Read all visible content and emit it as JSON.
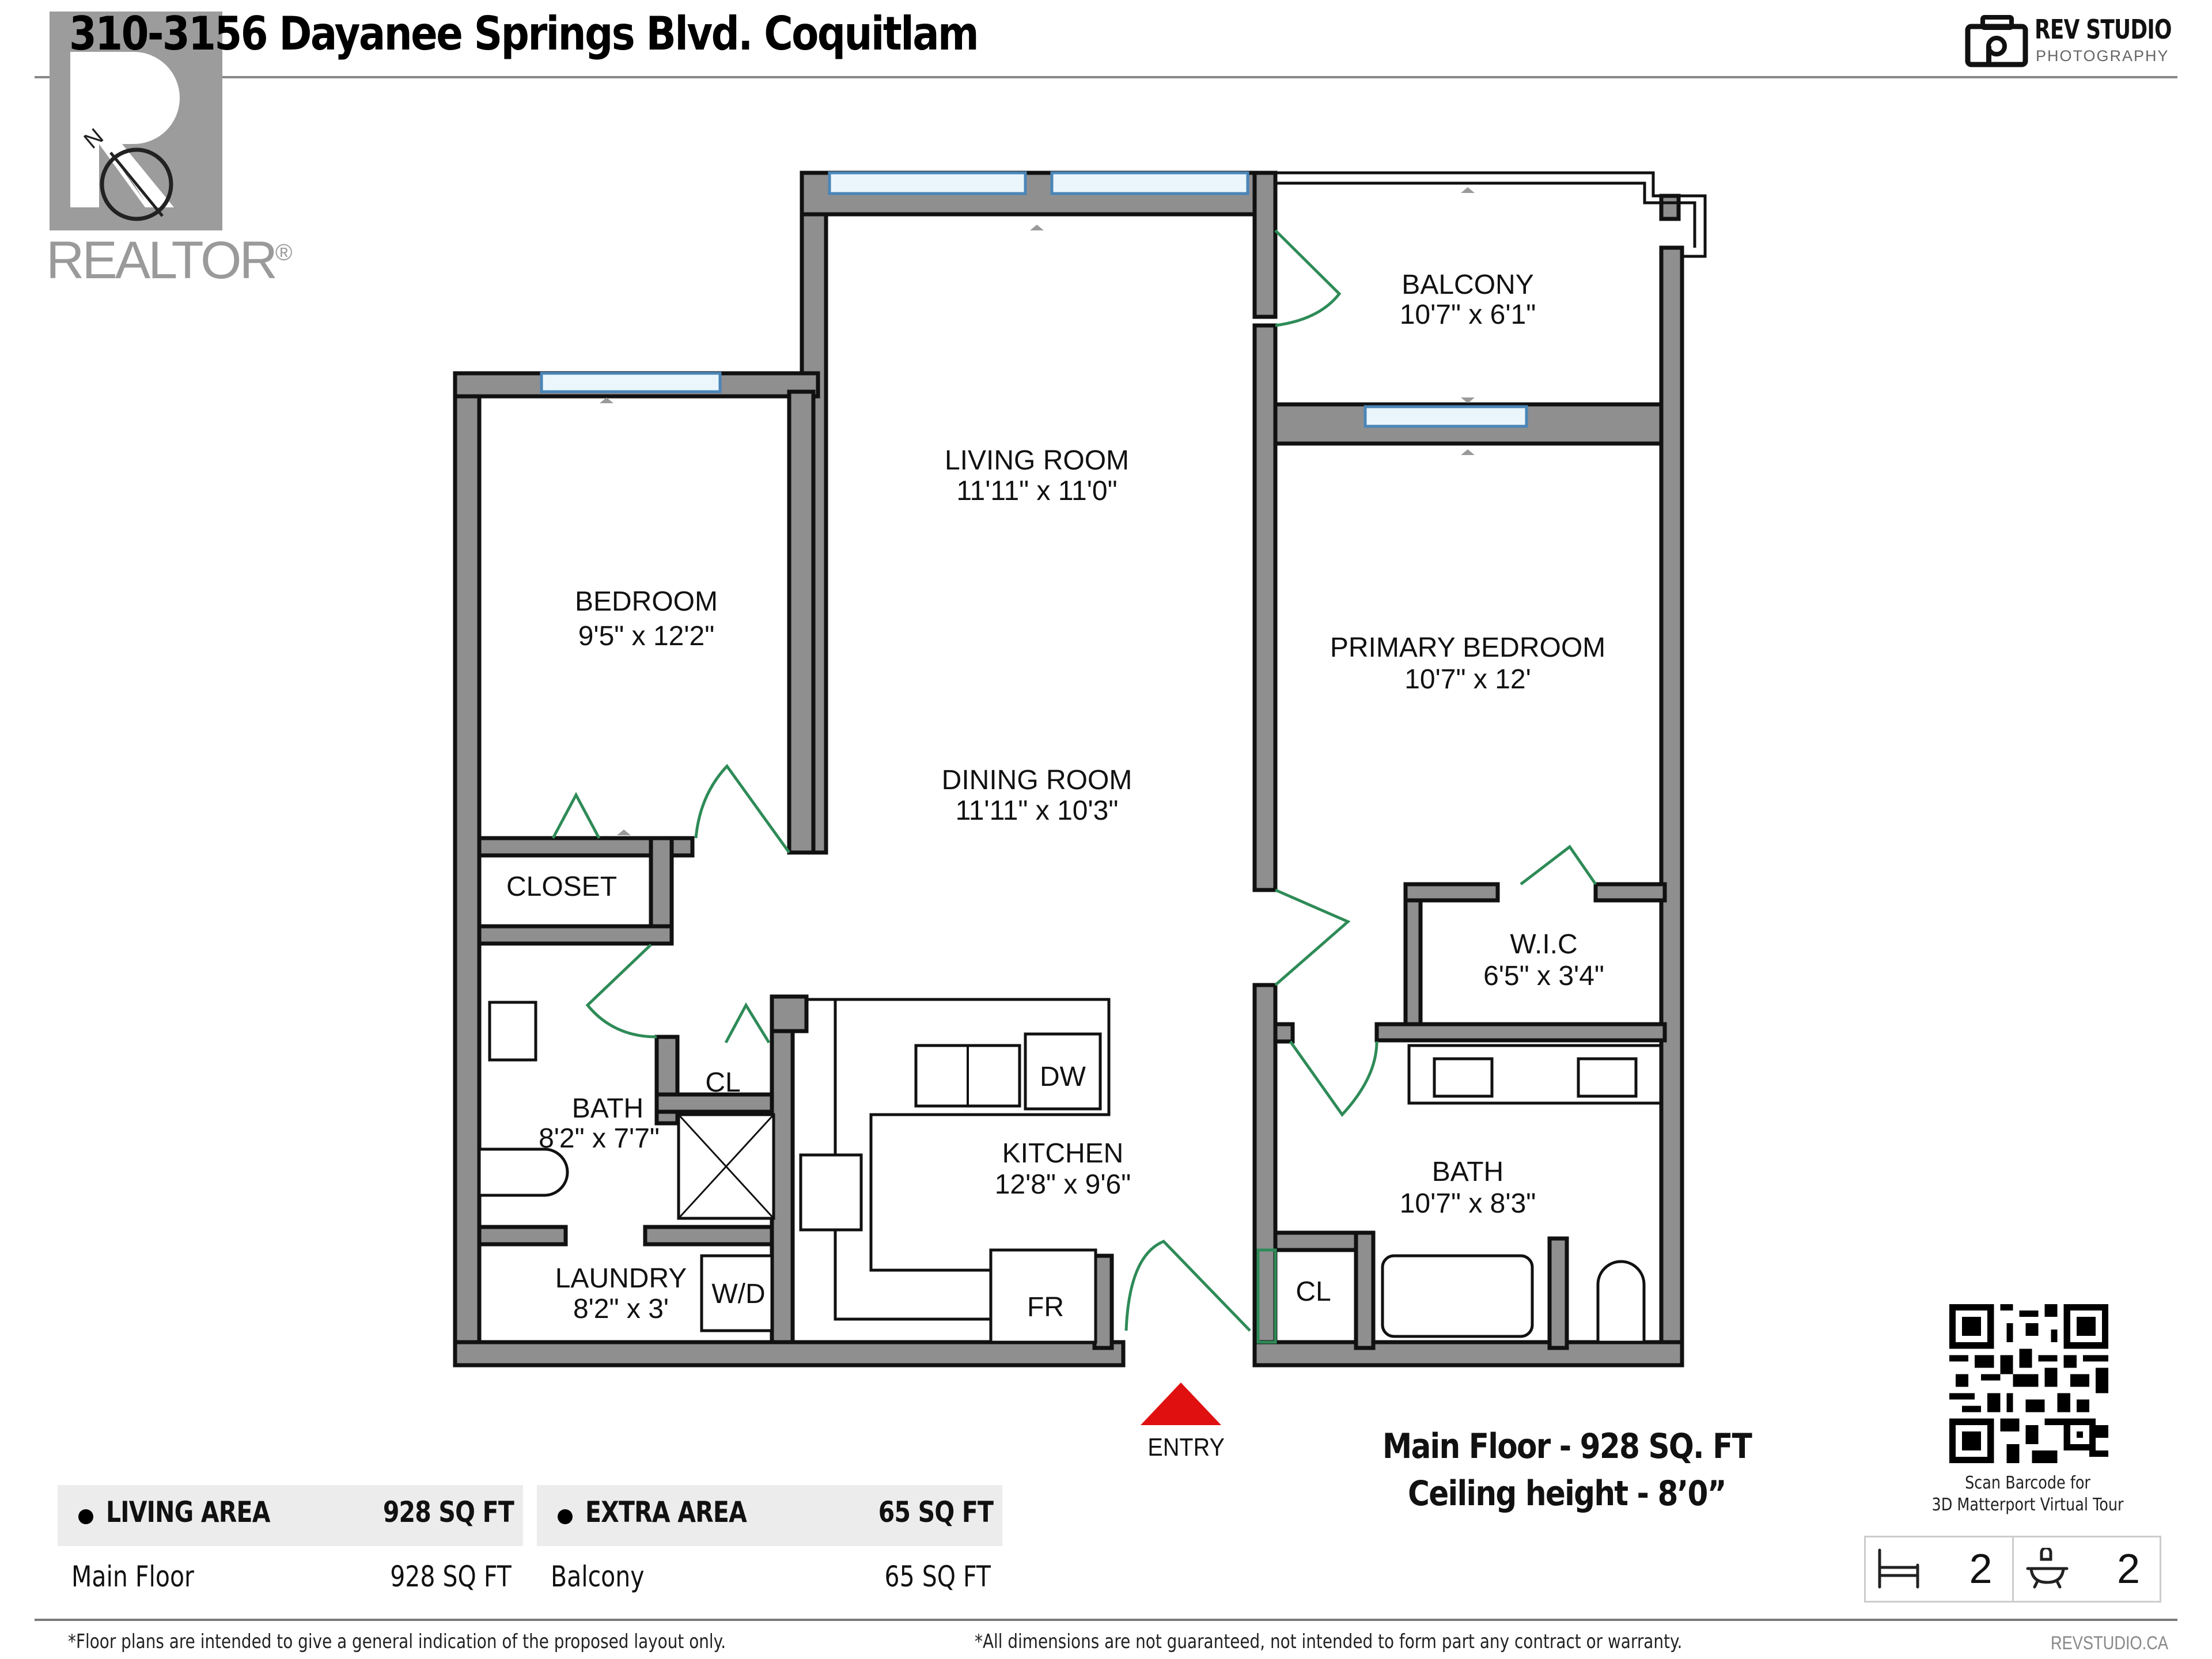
{
  "header": {
    "title": "310-3156 Dayanee Springs Blvd. Coquitlam",
    "realtor_logo_text": "REALTOR",
    "realtor_trademark": "®",
    "compass_label": "N",
    "brand_name": "REV STUDIO",
    "brand_sub": "PHOTOGRAPHY"
  },
  "rooms": [
    {
      "id": "balcony",
      "name": "BALCONY",
      "dims": "10'7\" x 6'1\""
    },
    {
      "id": "living",
      "name": "LIVING ROOM",
      "dims": "11'11\" x 11'0\""
    },
    {
      "id": "bedroom",
      "name": "BEDROOM",
      "dims": "9'5\" x 12'2\""
    },
    {
      "id": "primary",
      "name": "PRIMARY BEDROOM",
      "dims": "10'7\" x 12'"
    },
    {
      "id": "dining",
      "name": "DINING ROOM",
      "dims": "11'11\" x 10'3\""
    },
    {
      "id": "closet",
      "name": "CLOSET",
      "dims": ""
    },
    {
      "id": "wic",
      "name": "W.I.C",
      "dims": "6'5\" x 3'4\""
    },
    {
      "id": "bath1",
      "name": "BATH",
      "dims": "8'2\" x 7'7\""
    },
    {
      "id": "cl1",
      "name": "CL",
      "dims": ""
    },
    {
      "id": "kitchen",
      "name": "KITCHEN",
      "dims": "12'8\" x 9'6\""
    },
    {
      "id": "bath2",
      "name": "BATH",
      "dims": "10'7\" x 8'3\""
    },
    {
      "id": "laundry",
      "name": "LAUNDRY",
      "dims": "8'2\" x 3'"
    },
    {
      "id": "cl2",
      "name": "CL",
      "dims": ""
    }
  ],
  "fixtures": {
    "dishwasher": "DW",
    "washer_dryer": "W/D",
    "fridge": "FR"
  },
  "entry": {
    "label": "ENTRY",
    "arrow_color": "#e01010"
  },
  "summary": {
    "line1": "Main Floor - 928 SQ. FT",
    "line2": "Ceiling height - 8’0”"
  },
  "areas": {
    "living": {
      "label": "LIVING AREA",
      "total": "928 SQ FT",
      "rows": [
        {
          "name": "Main Floor",
          "value": "928 SQ FT"
        }
      ]
    },
    "extra": {
      "label": "EXTRA AREA",
      "total": "65 SQ FT",
      "rows": [
        {
          "name": "Balcony",
          "value": "65 SQ FT"
        }
      ]
    }
  },
  "qr": {
    "caption_line1": "Scan Barcode for",
    "caption_line2": "3D Matterport Virtual Tour"
  },
  "counts": {
    "bedrooms": "2",
    "bathrooms": "2"
  },
  "footer": {
    "disclaimer_left": "*Floor plans are intended to give a general indication of the proposed layout only.",
    "disclaimer_right": "*All dimensions are not guaranteed, not intended to form part any contract or warranty.",
    "site": "REVSTUDIO.CA"
  },
  "colors": {
    "wall_fill": "#8f8f90",
    "wall_edge": "#111111",
    "window": "#4a86b8",
    "door": "#2e8b57",
    "entry": "#e01010",
    "area_header_bg": "#ececec"
  }
}
